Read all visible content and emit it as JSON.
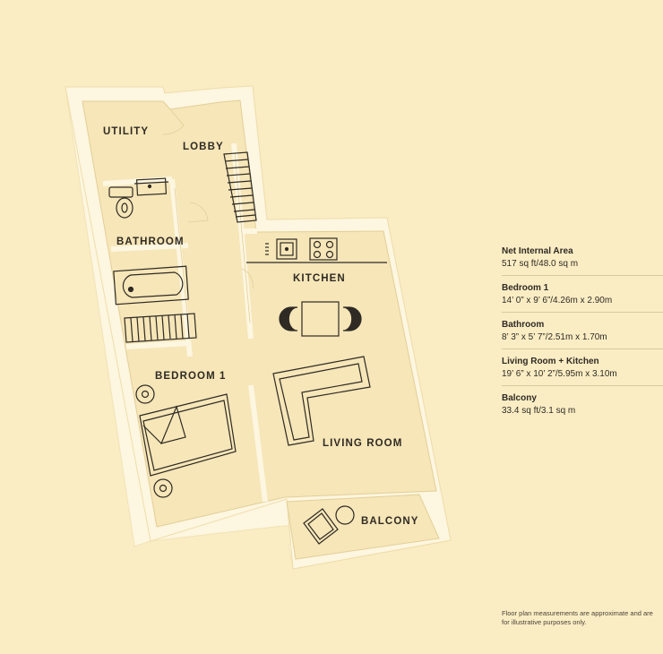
{
  "rooms": {
    "utility": "UTILITY",
    "lobby": "LOBBY",
    "bathroom": "BATHROOM",
    "kitchen": "KITCHEN",
    "bedroom": "BEDROOM 1",
    "living": "LIVING ROOM",
    "balcony": "BALCONY"
  },
  "legend": [
    {
      "title": "Net Internal Area",
      "value": "517 sq ft/48.0 sq m"
    },
    {
      "title": "Bedroom 1",
      "value": "14’ 0” x 9’ 6”/4.26m x 2.90m"
    },
    {
      "title": "Bathroom",
      "value": "8’ 3” x 5’ 7”/2.51m x 1.70m"
    },
    {
      "title": "Living Room + Kitchen",
      "value": "19’ 6” x 10’ 2”/5.95m x 3.10m"
    },
    {
      "title": "Balcony",
      "value": "33.4 sq ft/3.1 sq m"
    }
  ],
  "disclaimer": "Floor plan measurements are approximate and are for illustrative purposes only.",
  "colors": {
    "background": "#faedc4",
    "wall": "#fdf6e0",
    "interior": "#f5e3b3",
    "line": "#2f2a24"
  }
}
